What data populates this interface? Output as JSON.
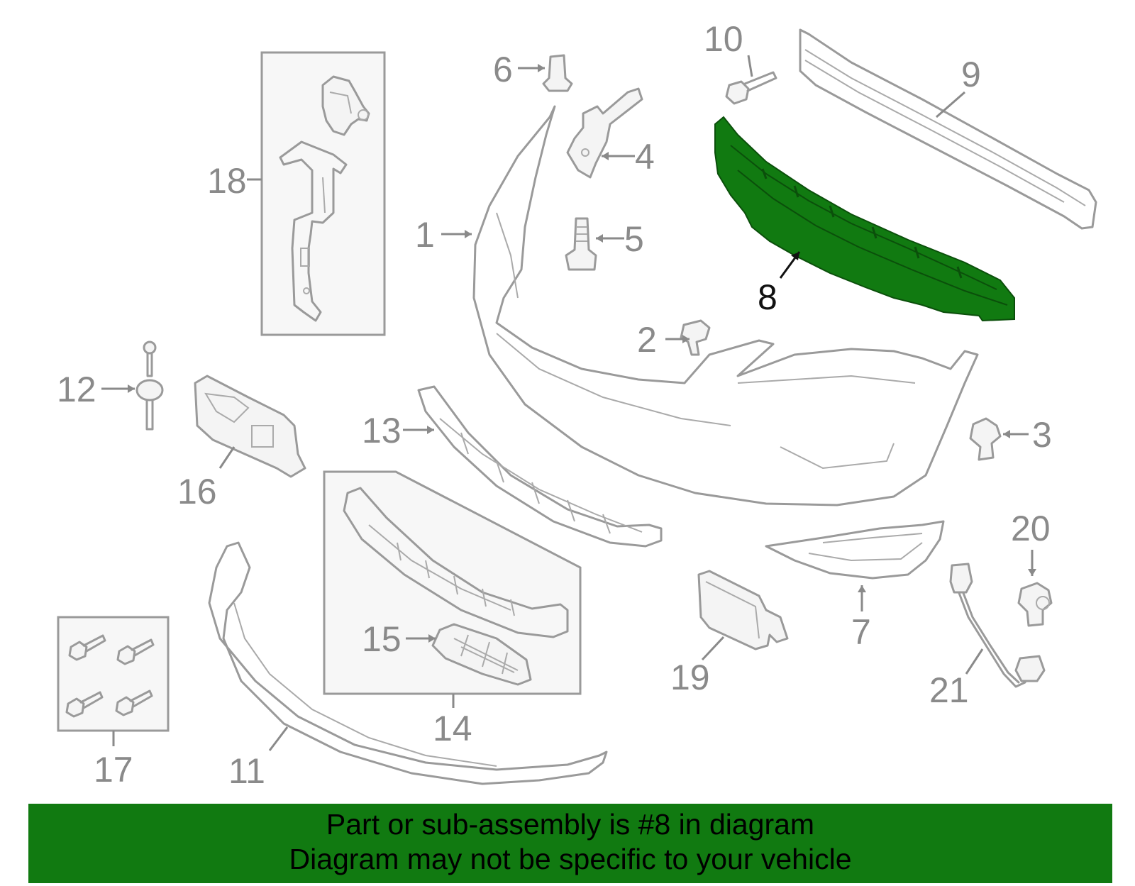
{
  "highlight_color": "#117a11",
  "highlight_stroke": "#0b4f0b",
  "callouts": [
    {
      "id": "1",
      "label": "1"
    },
    {
      "id": "2",
      "label": "2"
    },
    {
      "id": "3",
      "label": "3"
    },
    {
      "id": "4",
      "label": "4"
    },
    {
      "id": "5",
      "label": "5"
    },
    {
      "id": "6",
      "label": "6"
    },
    {
      "id": "7",
      "label": "7"
    },
    {
      "id": "8",
      "label": "8",
      "highlighted": true
    },
    {
      "id": "9",
      "label": "9"
    },
    {
      "id": "10",
      "label": "10"
    },
    {
      "id": "11",
      "label": "11"
    },
    {
      "id": "12",
      "label": "12"
    },
    {
      "id": "13",
      "label": "13"
    },
    {
      "id": "14",
      "label": "14"
    },
    {
      "id": "15",
      "label": "15"
    },
    {
      "id": "16",
      "label": "16"
    },
    {
      "id": "17",
      "label": "17"
    },
    {
      "id": "18",
      "label": "18"
    },
    {
      "id": "19",
      "label": "19"
    },
    {
      "id": "20",
      "label": "20"
    },
    {
      "id": "21",
      "label": "21"
    }
  ],
  "banner": {
    "line1": "Part or sub-assembly is #8 in diagram",
    "line2": "Diagram may not be specific to your vehicle"
  }
}
